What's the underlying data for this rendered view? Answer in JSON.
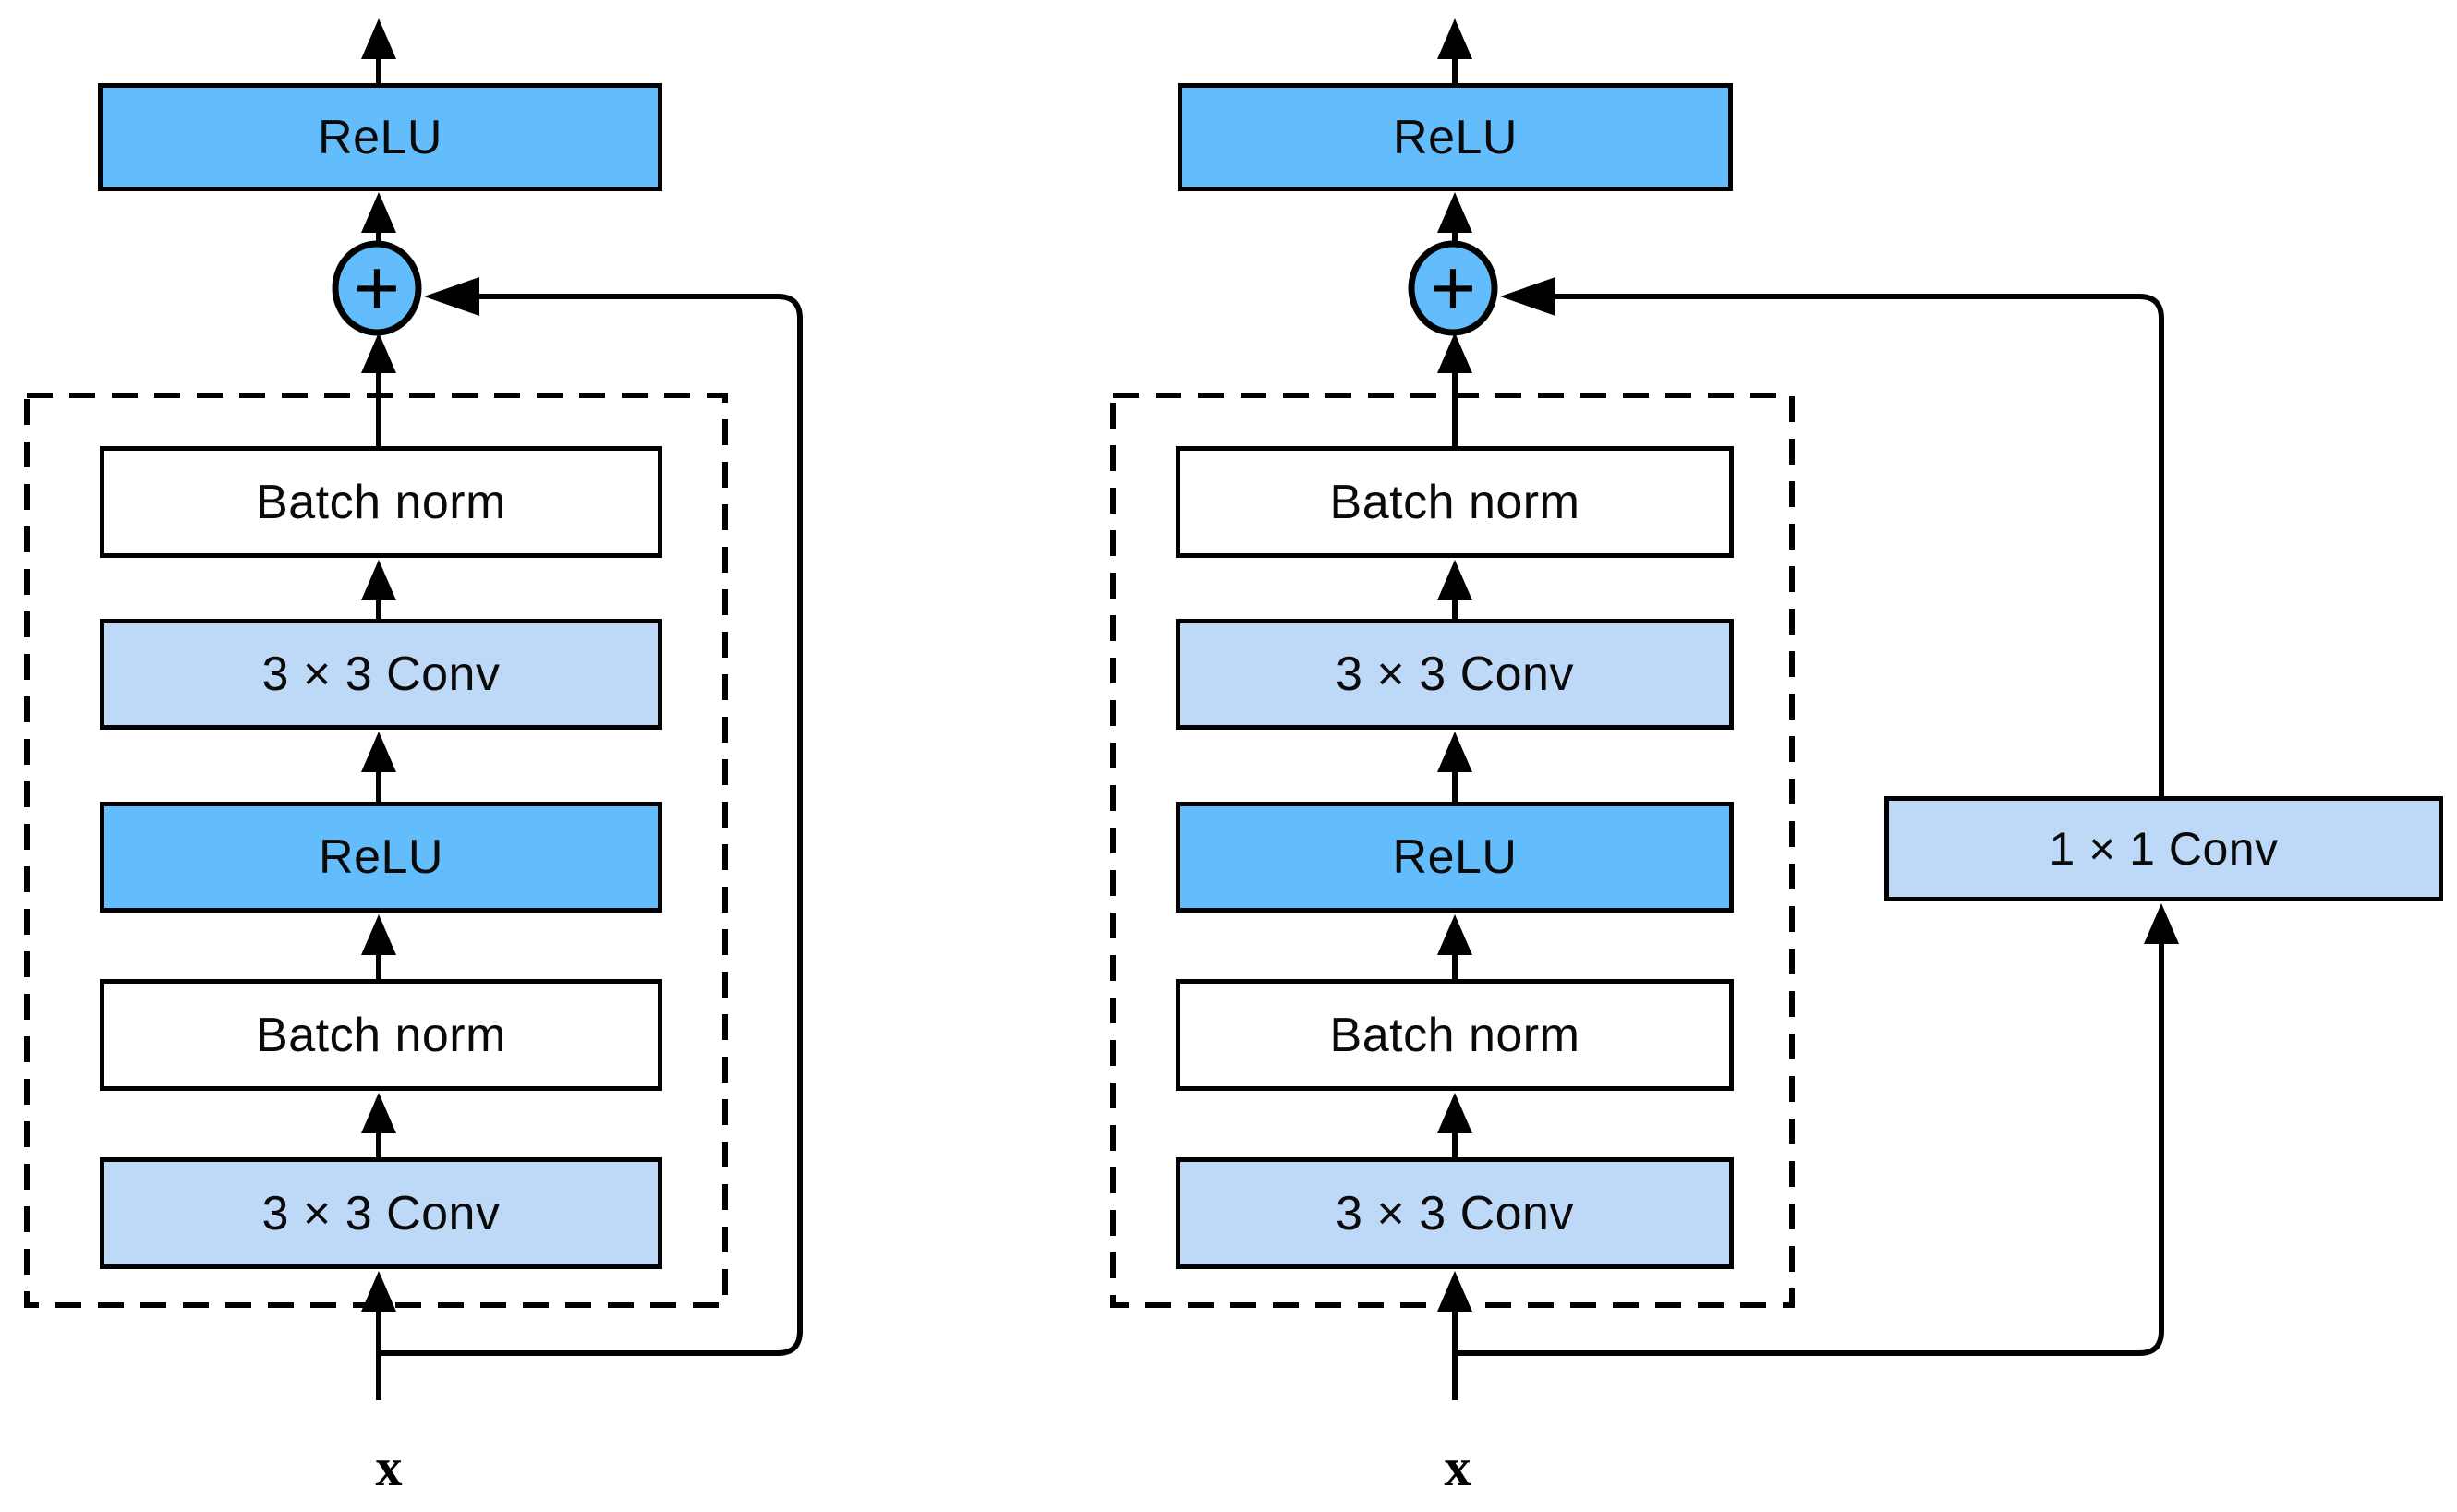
{
  "figure": {
    "colors": {
      "relu_fill": "#63bcfb",
      "conv_fill": "#bdd9f7",
      "batchnorm_fill": "#ffffff",
      "stroke": "#000000"
    },
    "blocks": [
      {
        "name": "residual-block",
        "output_activation": "ReLU",
        "add_operator": "+",
        "layers": [
          "Batch norm",
          "3 × 3 Conv",
          "ReLU",
          "Batch norm",
          "3 × 3 Conv"
        ],
        "input_label": "x"
      },
      {
        "name": "residual-block-with-1x1-conv",
        "output_activation": "ReLU",
        "add_operator": "+",
        "layers": [
          "Batch norm",
          "3 × 3 Conv",
          "ReLU",
          "Batch norm",
          "3 × 3 Conv"
        ],
        "shortcut_layer": "1 × 1 Conv",
        "input_label": "x"
      }
    ]
  }
}
